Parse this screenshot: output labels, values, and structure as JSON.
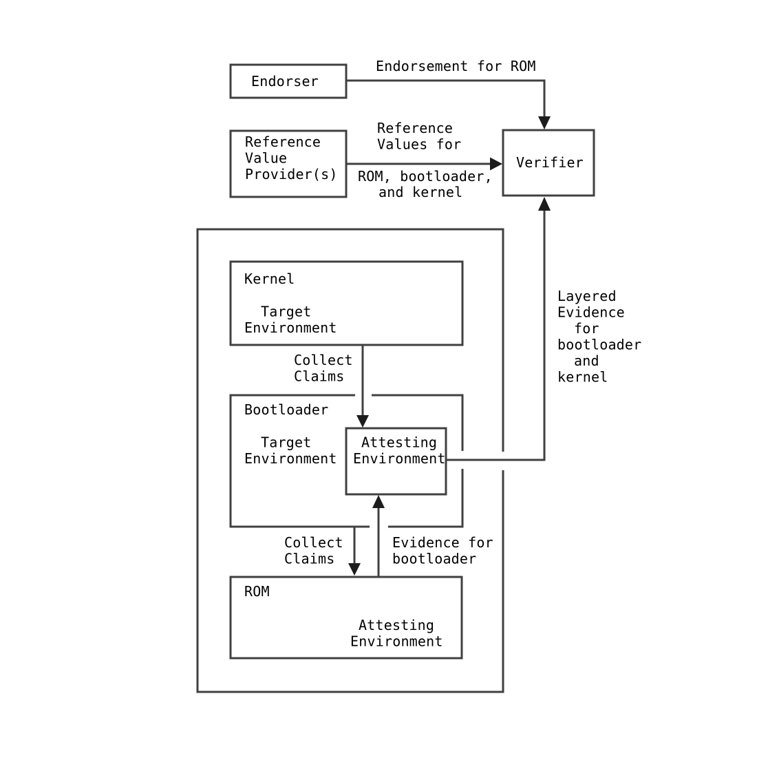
{
  "colors": {
    "background": "#ffffff",
    "line": "#404040",
    "arrowhead": "#1c1c1c",
    "text": "#000000"
  },
  "diagram": {
    "endorser": {
      "label": "Endorser"
    },
    "reference_value_provider": {
      "line1": "Reference",
      "line2": "Value",
      "line3": "Provider(s)"
    },
    "verifier": {
      "label": "Verifier"
    },
    "kernel": {
      "name": "Kernel",
      "role_line1": "Target",
      "role_line2": "Environment"
    },
    "bootloader": {
      "name": "Bootloader",
      "role_line1": "Target",
      "role_line2": "Environment"
    },
    "bootloader_attesting_env": {
      "line1": "Attesting",
      "line2": "Environment"
    },
    "rom": {
      "name": "ROM",
      "role_line1": "Attesting",
      "role_line2": "Environment"
    },
    "edges": {
      "endorsement": {
        "label": "Endorsement for ROM"
      },
      "reference_values": {
        "above1": "Reference",
        "above2": "Values for",
        "below1": "ROM, bootloader,",
        "below2": "and kernel"
      },
      "collect_claims_kernel": {
        "line1": "Collect",
        "line2": "Claims"
      },
      "collect_claims_bootloader": {
        "line1": "Collect",
        "line2": "Claims"
      },
      "evidence_for_bootloader": {
        "line1": "Evidence for",
        "line2": "bootloader"
      },
      "layered_evidence": {
        "line1": "Layered",
        "line2": "Evidence",
        "line3": "for",
        "line4": "bootloader",
        "line5": "and",
        "line6": "kernel"
      }
    }
  }
}
